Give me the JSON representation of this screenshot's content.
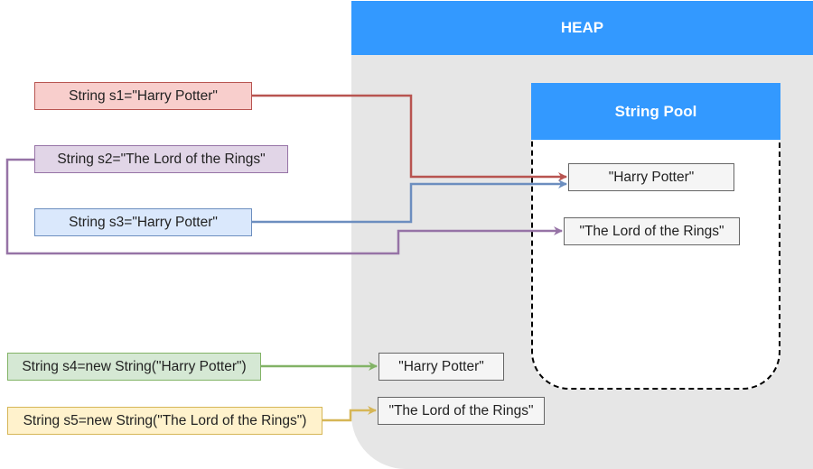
{
  "heap": {
    "title": "HEAP"
  },
  "pool": {
    "title": "String Pool"
  },
  "pool_strings": [
    {
      "text": "\"Harry Potter\""
    },
    {
      "text": "\"The Lord of the Rings\""
    }
  ],
  "heap_strings": [
    {
      "text": "\"Harry Potter\""
    },
    {
      "text": "\"The Lord of the Rings\""
    }
  ],
  "variables": [
    {
      "label": "String s1=\"Harry Potter\"",
      "fill": "#f8cecc",
      "stroke": "#b85450"
    },
    {
      "label": "String s2=\"The Lord of the Rings\"",
      "fill": "#e1d5e7",
      "stroke": "#9673a6"
    },
    {
      "label": "String s3=\"Harry Potter\"",
      "fill": "#dae8fc",
      "stroke": "#6c8ebf"
    },
    {
      "label": "String s4=new String(\"Harry Potter\")",
      "fill": "#d5e8d4",
      "stroke": "#82b366"
    },
    {
      "label": "String s5=new String(\"The Lord of the Rings\")",
      "fill": "#fff2cc",
      "stroke": "#d6b656"
    }
  ]
}
